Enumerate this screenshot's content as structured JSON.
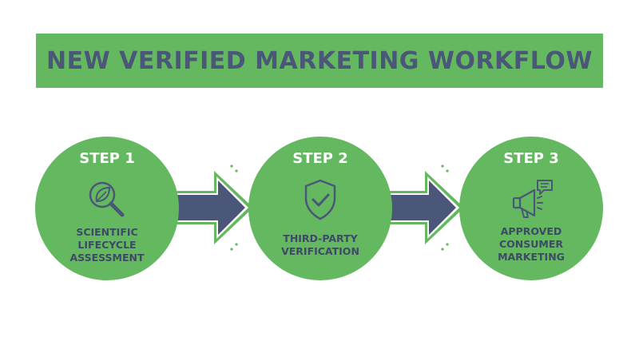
{
  "title": "NEW VERIFIED MARKETING WORKFLOW",
  "colors": {
    "green": "#64b85f",
    "slate": "#4a5778",
    "dark_text": "#3d4a66",
    "white": "#ffffff"
  },
  "steps": [
    {
      "label": "STEP 1",
      "text": "SCIENTIFIC\nLIFECYCLE\nASSESSMENT",
      "icon": "magnifier-leaf-icon"
    },
    {
      "label": "STEP 2",
      "text": "THIRD-PARTY\nVERIFICATION",
      "icon": "shield-check-icon"
    },
    {
      "label": "STEP 3",
      "text": "APPROVED\nCONSUMER\nMARKETING",
      "icon": "megaphone-chat-icon"
    }
  ]
}
